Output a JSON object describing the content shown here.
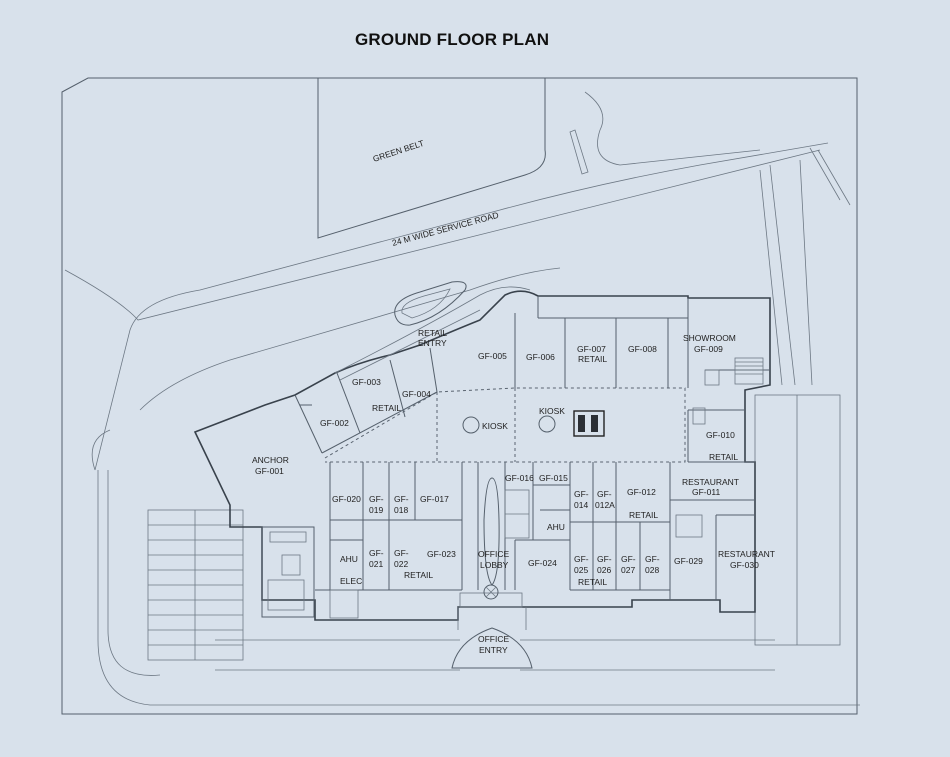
{
  "title": "GROUND FLOOR PLAN",
  "site": {
    "green_belt": "GREEN BELT",
    "service_road": "24 M WIDE SERVICE ROAD"
  },
  "entries": {
    "retail_entry": [
      "RETAIL",
      "ENTRY"
    ],
    "office_entry": [
      "OFFICE",
      "ENTRY"
    ],
    "office_lobby": [
      "OFFICE",
      "LOBBY"
    ]
  },
  "units": {
    "anchor": [
      "ANCHOR",
      "GF-001"
    ],
    "gf002": "GF-002",
    "gf003": "GF-003",
    "gf003_retail": "RETAIL",
    "gf004": "GF-004",
    "gf005": "GF-005",
    "gf006": "GF-006",
    "gf007": [
      "GF-007",
      "RETAIL"
    ],
    "gf008": "GF-008",
    "showroom": [
      "SHOWROOM",
      "GF-009"
    ],
    "gf010": [
      "GF-010",
      "RETAIL"
    ],
    "restaurant011": [
      "RESTAURANT",
      "GF-011"
    ],
    "gf012": "GF-012",
    "gf012_retail": "RETAIL",
    "gf012a": [
      "GF-",
      "012A"
    ],
    "gf014": [
      "GF-",
      "014"
    ],
    "gf015": "GF-015",
    "gf016": "GF-016",
    "gf017": "GF-017",
    "gf018": [
      "GF-",
      "018"
    ],
    "gf019": [
      "GF-",
      "019"
    ],
    "gf020": "GF-020",
    "gf021": [
      "GF-",
      "021"
    ],
    "gf022": [
      "GF-",
      "022"
    ],
    "gf022_retail": "RETAIL",
    "gf023": "GF-023",
    "gf024": "GF-024",
    "gf025": [
      "GF-",
      "025"
    ],
    "gf026": [
      "GF-",
      "026"
    ],
    "gf025_retail": "RETAIL",
    "gf027": [
      "GF-",
      "027"
    ],
    "gf028": [
      "GF-",
      "028"
    ],
    "gf029": "GF-029",
    "restaurant030": [
      "RESTAURANT",
      "GF-030"
    ]
  },
  "services": {
    "kiosk1": "KIOSK",
    "kiosk2": "KIOSK",
    "ahu1": "AHU",
    "elec": "ELEC",
    "ahu2": "AHU"
  }
}
